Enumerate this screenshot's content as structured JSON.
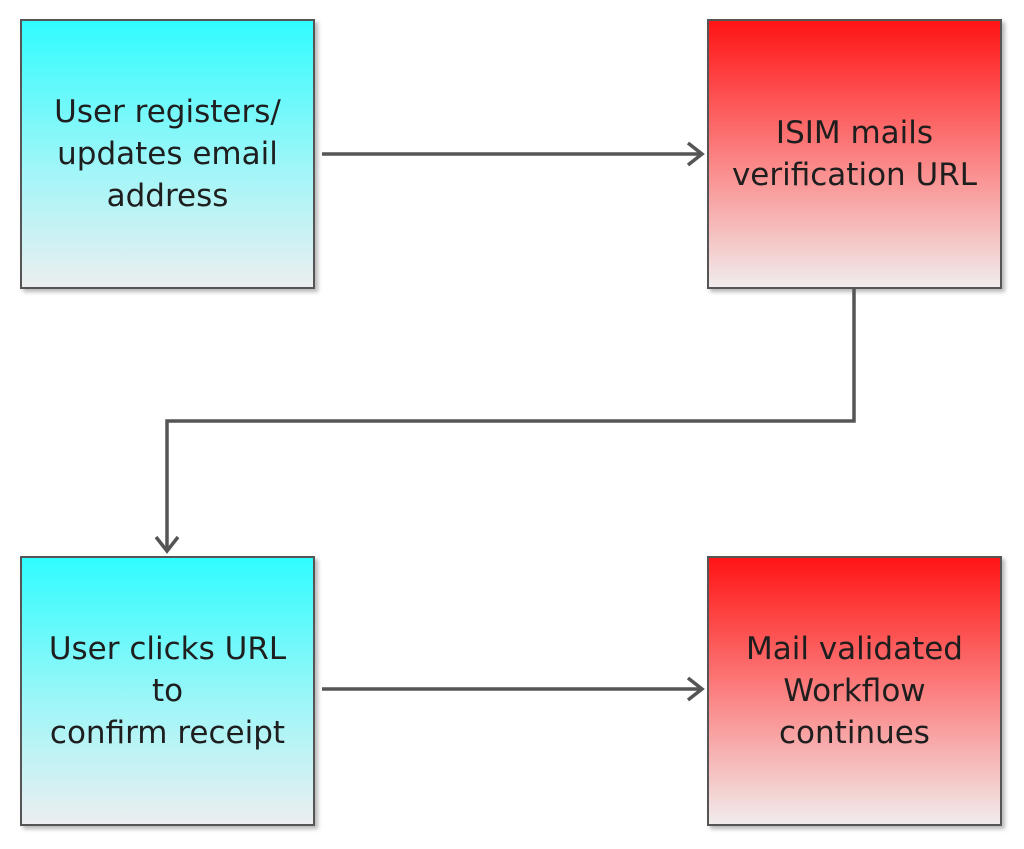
{
  "diagram": {
    "nodes": [
      {
        "id": "n1",
        "label": "User registers/\nupdates email\naddress",
        "role": "user"
      },
      {
        "id": "n2",
        "label": "ISIM mails\nverification URL",
        "role": "system"
      },
      {
        "id": "n3",
        "label": "User clicks URL to\nconfirm receipt",
        "role": "user"
      },
      {
        "id": "n4",
        "label": "Mail validated\nWorkflow\ncontinues",
        "role": "system"
      }
    ],
    "edges": [
      {
        "from": "n1",
        "to": "n2"
      },
      {
        "from": "n2",
        "to": "n3"
      },
      {
        "from": "n3",
        "to": "n4"
      }
    ],
    "colors": {
      "user_top": "#30fcfe",
      "user_bottom": "#eceef0",
      "system_top": "#ff1414",
      "system_bottom": "#f1ecec",
      "connector": "#555555"
    }
  }
}
